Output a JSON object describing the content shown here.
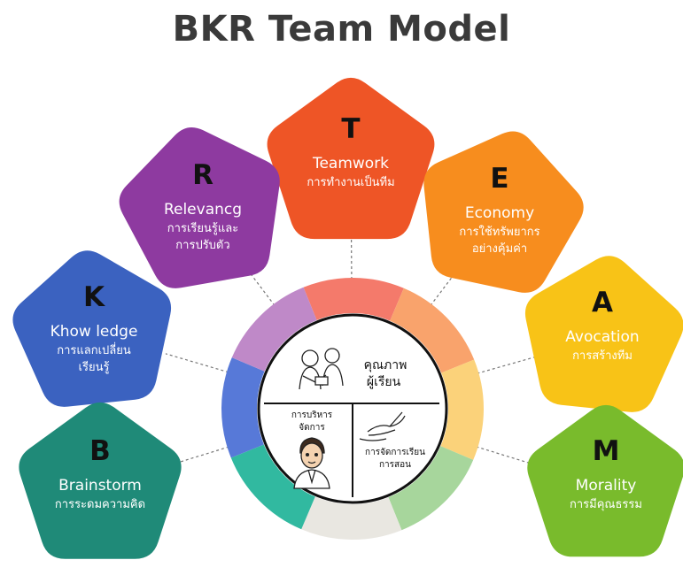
{
  "title": "BKR Team Model",
  "petals": [
    {
      "id": "t",
      "letter": "T",
      "english": "Teamwork",
      "thai": [
        "การทำงานเป็นทีม"
      ],
      "color": "#ee5526"
    },
    {
      "id": "r",
      "letter": "R",
      "english": "Relevancg",
      "thai": [
        "การเรียนรู้และ",
        "การปรับตัว"
      ],
      "color": "#8e3aa0"
    },
    {
      "id": "e",
      "letter": "E",
      "english": "Economy",
      "thai": [
        "การใช้ทรัพยากร",
        "อย่างคุ้มค่า"
      ],
      "color": "#f78d1e"
    },
    {
      "id": "k",
      "letter": "K",
      "english": "Khow ledge",
      "thai": [
        "การแลกเปลี่ยน",
        "เรียนรู้"
      ],
      "color": "#3b62c0"
    },
    {
      "id": "a",
      "letter": "A",
      "english": "Avocation",
      "thai": [
        "การสร้างทีม"
      ],
      "color": "#f8c317"
    },
    {
      "id": "b",
      "letter": "B",
      "english": "Brainstorm",
      "thai": [
        "การระดมความคิด"
      ],
      "color": "#1f8a78"
    },
    {
      "id": "m",
      "letter": "M",
      "english": "Morality",
      "thai": [
        "การมีคุณธรรม"
      ],
      "color": "#79bb2c"
    }
  ],
  "ring_colors": [
    "#f47a6b",
    "#f9a36c",
    "#fbd27a",
    "#a7d69c",
    "#e9e7e1",
    "#31b9a0",
    "#5779d8",
    "#bf89c8"
  ],
  "center": {
    "top_label": [
      "คุณภาพ",
      "ผู้เรียน"
    ],
    "left_label": [
      "การบริหาร",
      "จัดการ"
    ],
    "right_label": [
      "การจัดการเรียน",
      "การสอน"
    ]
  }
}
